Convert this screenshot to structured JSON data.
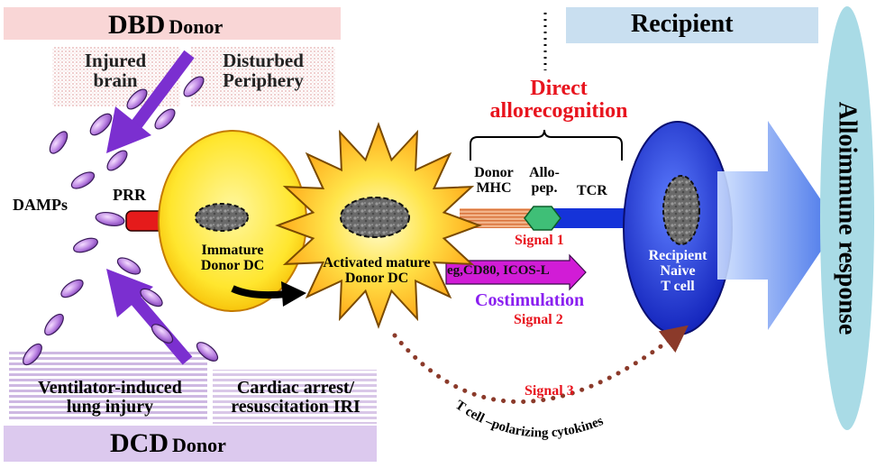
{
  "dbd": {
    "title_main": "DBD",
    "title_sub": "Donor"
  },
  "dcd": {
    "title_main": "DCD",
    "title_sub": "Donor"
  },
  "recipient": {
    "title": "Recipient"
  },
  "triggers": {
    "injured_brain": "Injured\nbrain",
    "disturbed_periphery": "Disturbed\nPeriphery",
    "ventilator": "Ventilator-induced\nlung injury",
    "cardiac": "Cardiac arrest/\nresuscitation IRI"
  },
  "damps": "DAMPs",
  "prr": "PRR",
  "immature_dc": "Immature\nDonor DC",
  "mature_dc": "Activated mature\nDonor DC",
  "direct_allorecognition": "Direct\nallorecognition",
  "donor_mhc": "Donor\nMHC",
  "allo_pep": "Allo-\npep.",
  "tcr": "TCR",
  "signal1": "Signal 1",
  "costim_ligands": "eg,CD80, ICOS-L",
  "costimulation": "Costimulation",
  "signal2": "Signal 2",
  "signal3": "Signal 3",
  "cytokines": "T cell –polarizing cytokines",
  "t_cell": "Recipient\nNaive\nT cell",
  "alloimmune": "Alloimmune response",
  "colors": {
    "accent_red": "#e8141e",
    "purple": "#8a1ff0",
    "dc_yellow": "#ffe62e",
    "tcell_blue": "#1a2fd6",
    "arrow_blue": "#3a6fe8",
    "pink_band": "#f9d6d6",
    "lavender_band": "#dcc9ee",
    "recipient_band": "#c9dff0",
    "response_oval": "#a9dbe6"
  }
}
